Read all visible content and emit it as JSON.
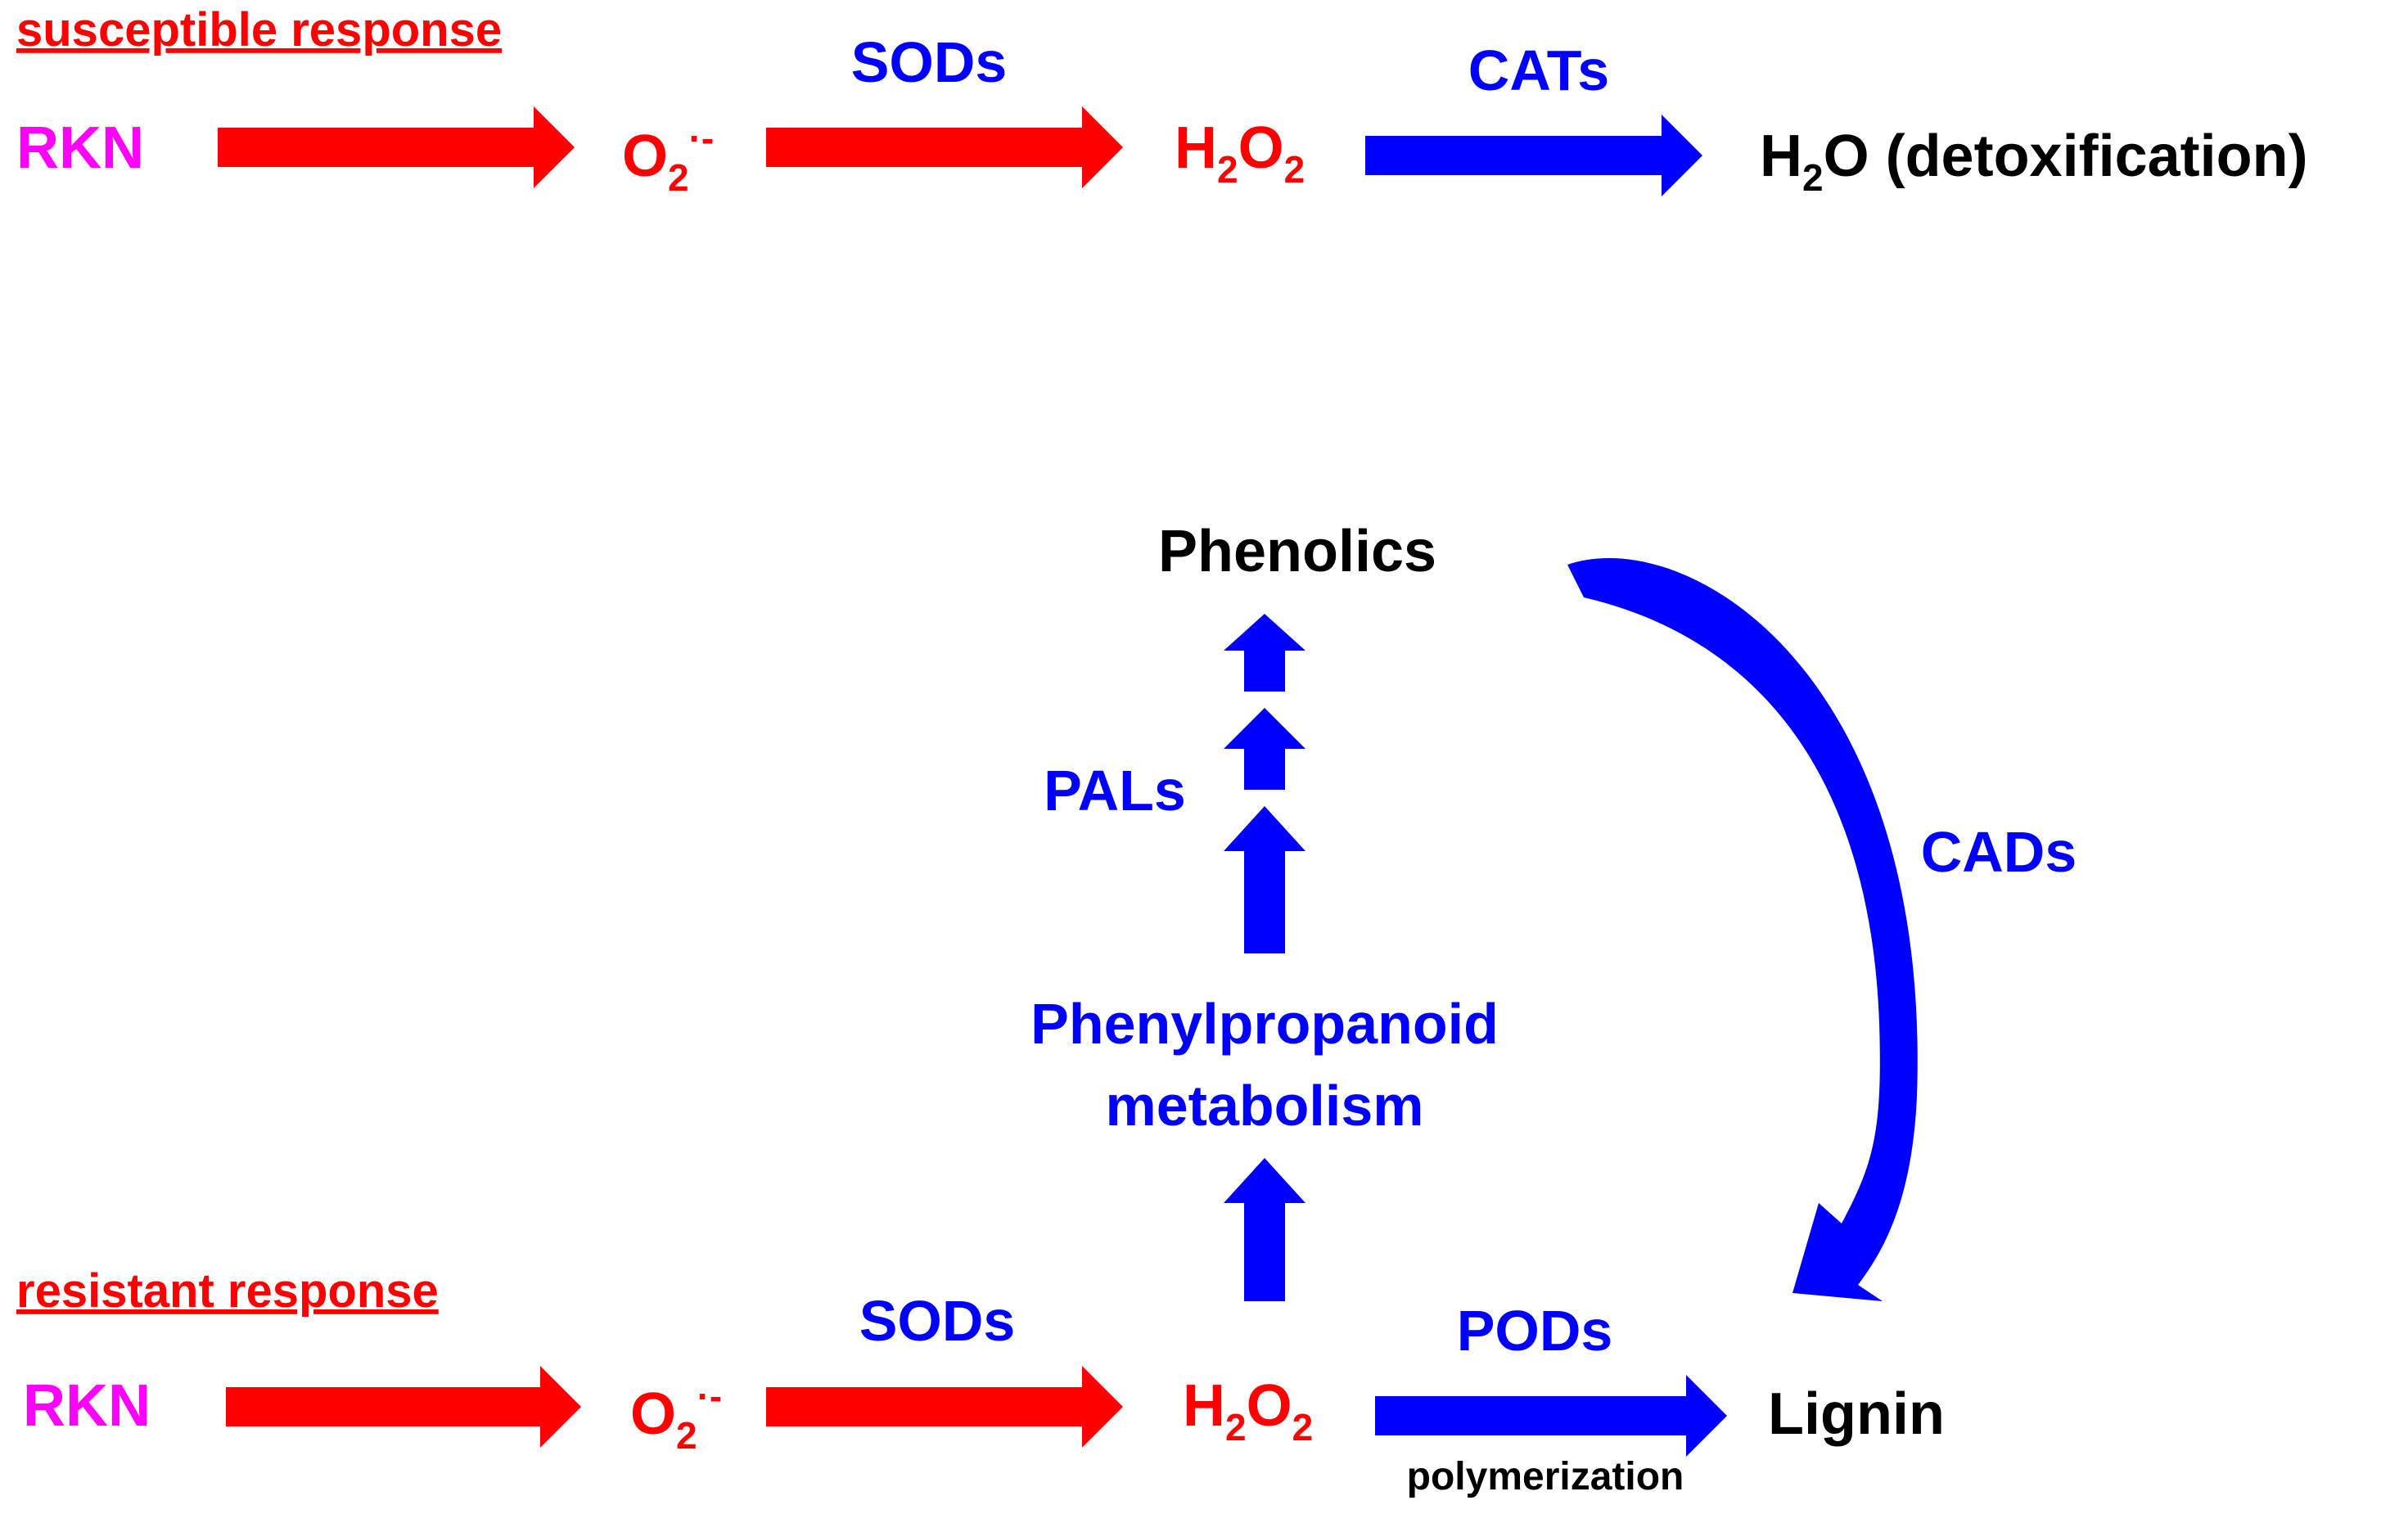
{
  "colors": {
    "red": "#ff0000",
    "blue": "#0000ff",
    "magenta": "#ff00ff",
    "black": "#000000"
  },
  "susceptible": {
    "heading": "susceptible response",
    "rkn": "RKN",
    "superoxide": {
      "base": "O",
      "subscript": "2",
      "superscript": "·-"
    },
    "enzyme_1": "SODs",
    "peroxide": {
      "h": "H",
      "h_sub": "2",
      "o": "O",
      "o_sub": "2"
    },
    "enzyme_2": "CATs",
    "product": {
      "h": "H",
      "h_sub": "2",
      "rest": "O (detoxification)"
    }
  },
  "resistant": {
    "heading": "resistant response",
    "rkn": "RKN",
    "superoxide": {
      "base": "O",
      "subscript": "2",
      "superscript": "·-"
    },
    "enzyme_1": "SODs",
    "peroxide": {
      "h": "H",
      "h_sub": "2",
      "o": "O",
      "o_sub": "2"
    },
    "enzyme_2": "PODs",
    "process": "polymerization",
    "product": "Lignin"
  },
  "phenylpropanoid": {
    "line_1": "Phenylpropanoid",
    "line_2": "metabolism",
    "enzyme": "PALs",
    "product": "Phenolics",
    "curve_enzyme": "CADs"
  }
}
